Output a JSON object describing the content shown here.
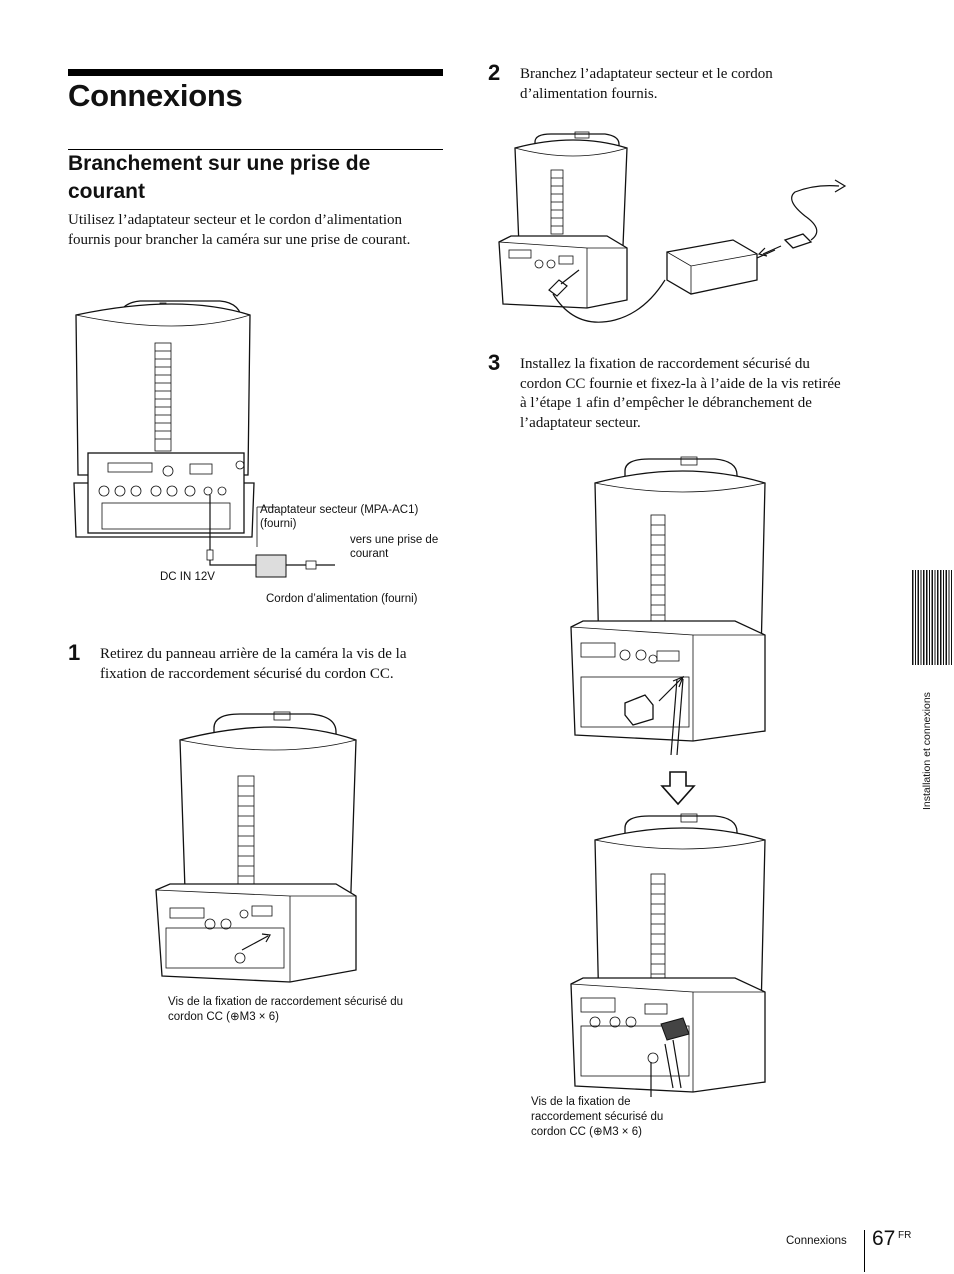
{
  "page": {
    "title": "Connexions",
    "section_title": "Branchement sur une prise de courant",
    "intro": "Utilisez l’adaptateur secteur et le cordon d’alimentation fournis pour brancher la caméra sur une prise de courant."
  },
  "figure_main": {
    "labels": {
      "adapter": "Adaptateur secteur (MPA-AC1) (fourni)",
      "outlet": "vers une prise de courant",
      "dc_in": "DC IN 12V",
      "cord": "Cordon d’alimentation (fourni)"
    }
  },
  "steps": [
    {
      "number": "1",
      "text": "Retirez du panneau arrière de la caméra la vis de la fixation de raccordement sécurisé du cordon CC."
    },
    {
      "number": "2",
      "text": "Branchez l’adaptateur secteur et le cordon d’alimentation fournis."
    },
    {
      "number": "3",
      "text": "Installez la fixation de raccordement sécurisé du cordon CC fournie et fixez-la à l’aide de la vis retirée à l’étape 1 afin d’empêcher le débranchement de l’adaptateur secteur."
    }
  ],
  "figure_step1": {
    "screw_label_line1": "Vis de la fixation de raccordement sécurisé du",
    "screw_label_line2": "cordon CC (⊕M3 × 6)"
  },
  "figure_step3": {
    "screw_label_line1": "Vis de la fixation de",
    "screw_label_line2": "raccordement sécurisé du",
    "screw_label_line3": "cordon CC (⊕M3 × 6)"
  },
  "side_tab": {
    "label": "Installation et connexions"
  },
  "footer": {
    "section": "Connexions",
    "page_number": "67",
    "lang": "FR"
  }
}
